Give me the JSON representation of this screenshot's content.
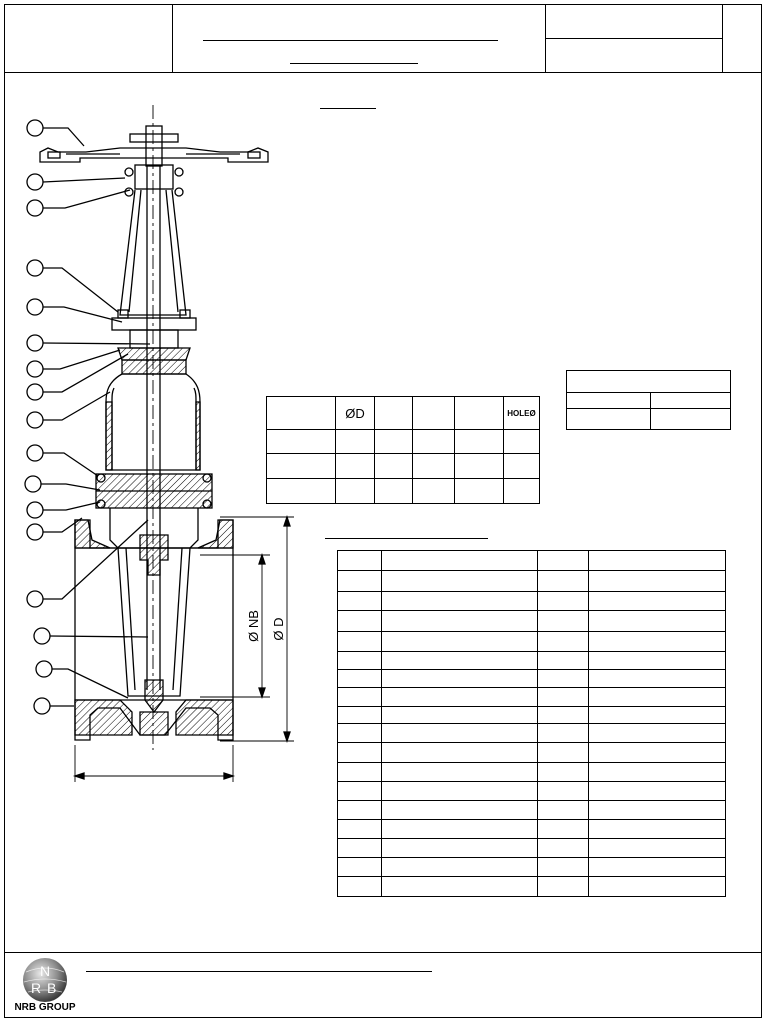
{
  "dimension_table": {
    "headers": [
      "",
      "ØD",
      "",
      "",
      "",
      "HOLEØ"
    ],
    "rows": [
      [
        "",
        "",
        "",
        "",
        "",
        ""
      ],
      [
        "",
        "",
        "",
        "",
        "",
        ""
      ],
      [
        "",
        "",
        "",
        "",
        "",
        ""
      ]
    ]
  },
  "drawing": {
    "label_nb": "Ø NB",
    "label_d": "Ø D"
  },
  "parts_list": {
    "rows": [
      [
        "",
        "",
        "",
        ""
      ],
      [
        "",
        "",
        "",
        ""
      ],
      [
        "",
        "",
        "",
        ""
      ],
      [
        "",
        "",
        "",
        ""
      ],
      [
        "",
        "",
        "",
        ""
      ],
      [
        "",
        "",
        "",
        ""
      ],
      [
        "",
        "",
        "",
        ""
      ],
      [
        "",
        "",
        "",
        ""
      ],
      [
        "",
        "",
        "",
        ""
      ],
      [
        "",
        "",
        "",
        ""
      ],
      [
        "",
        "",
        "",
        ""
      ],
      [
        "",
        "",
        "",
        ""
      ],
      [
        "",
        "",
        "",
        ""
      ],
      [
        "",
        "",
        "",
        ""
      ],
      [
        "",
        "",
        "",
        ""
      ],
      [
        "",
        "",
        "",
        ""
      ],
      [
        "",
        "",
        "",
        ""
      ],
      [
        "",
        "",
        "",
        ""
      ]
    ]
  },
  "side_table": {
    "title": "",
    "cells": [
      "",
      "",
      "",
      ""
    ]
  },
  "footer": {
    "logo_letters": [
      "N",
      "R",
      "B"
    ],
    "logo_text": "NRB GROUP"
  }
}
